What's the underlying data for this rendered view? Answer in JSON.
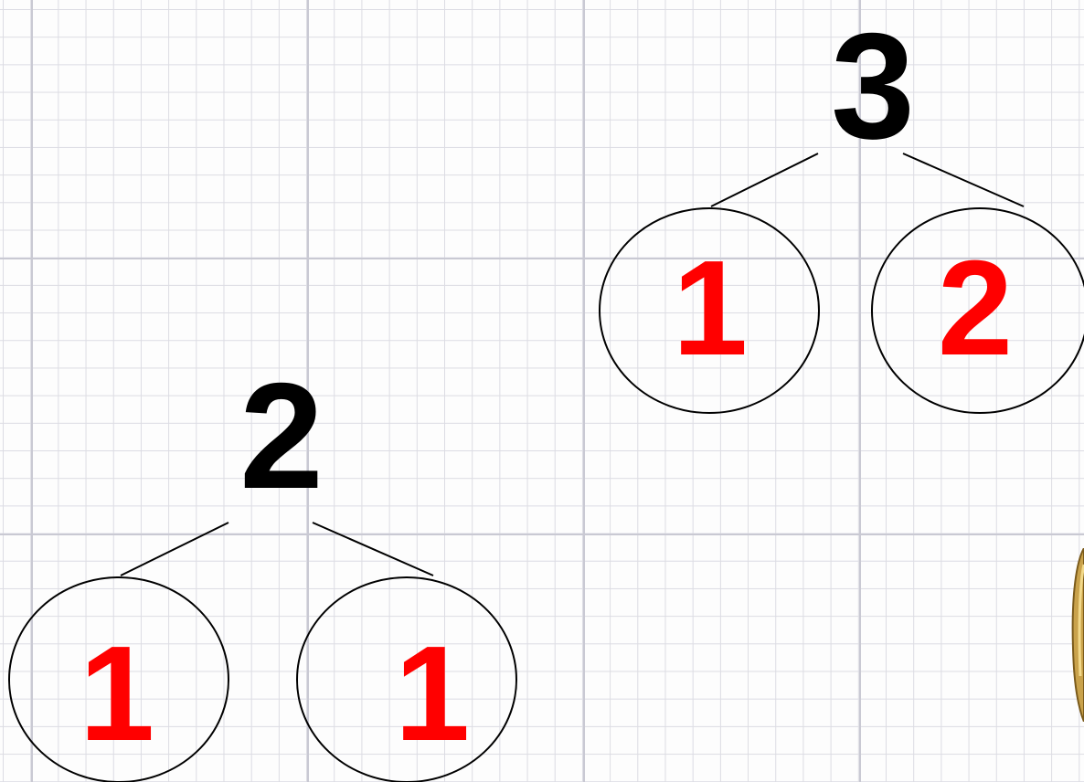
{
  "colors": {
    "parent": "#000000",
    "part": "#ff0000",
    "outline": "#000000",
    "grid_major": "#c9c9d3",
    "grid_minor": "#dcdce3"
  },
  "trees": [
    {
      "whole": "3",
      "parts": [
        "1",
        "2"
      ]
    },
    {
      "whole": "2",
      "parts": [
        "1",
        "1"
      ]
    }
  ]
}
